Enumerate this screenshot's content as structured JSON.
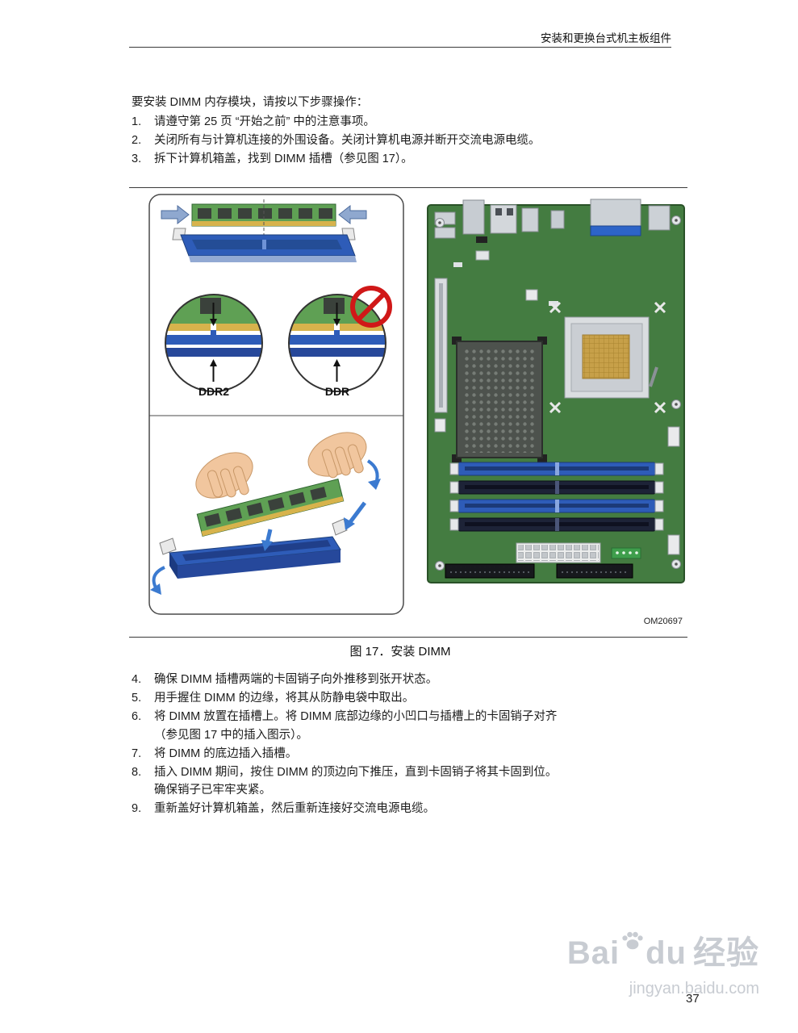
{
  "header": {
    "title": "安装和更换台式机主板组件"
  },
  "intro": "要安装 DIMM 内存模块，请按以下步骤操作：",
  "steps_top": [
    {
      "num": "1.",
      "text": "请遵守第 25 页 “开始之前” 中的注意事项。"
    },
    {
      "num": "2.",
      "text": "关闭所有与计算机连接的外围设备。关闭计算机电源并断开交流电源电缆。"
    },
    {
      "num": "3.",
      "text": "拆下计算机箱盖，找到 DIMM 插槽（参见图 17）。"
    }
  ],
  "figure": {
    "ddr2_label": "DDR2",
    "ddr_label": "DDR",
    "part_number": "OM20697",
    "caption": "图 17．安装 DIMM"
  },
  "steps_bottom": [
    {
      "num": "4.",
      "text": "确保 DIMM 插槽两端的卡固销子向外推移到张开状态。"
    },
    {
      "num": "5.",
      "text": "用手握住 DIMM 的边缘，将其从防静电袋中取出。"
    },
    {
      "num": "6.",
      "text": "将 DIMM 放置在插槽上。将 DIMM 底部边缘的小凹口与插槽上的卡固销子对齐\n（参见图 17 中的插入图示）。"
    },
    {
      "num": "7.",
      "text": "将 DIMM 的底边插入插槽。"
    },
    {
      "num": "8.",
      "text": "插入 DIMM 期间，按住 DIMM 的顶边向下推压，直到卡固销子将其卡固到位。\n确保销子已牢牢夹紧。"
    },
    {
      "num": "9.",
      "text": "重新盖好计算机箱盖，然后重新连接好交流电源电缆。"
    }
  ],
  "watermark": {
    "brand_part1": "Bai",
    "brand_part2": "du",
    "brand_part3": "经验",
    "url": "jingyan.baidu.com"
  },
  "page_number": "37",
  "colors": {
    "board_green": "#447c41",
    "slot_blue": "#2e5cb8",
    "dimm_green": "#5fa054",
    "gold": "#d7b34c",
    "prohibit_red": "#d01818"
  }
}
